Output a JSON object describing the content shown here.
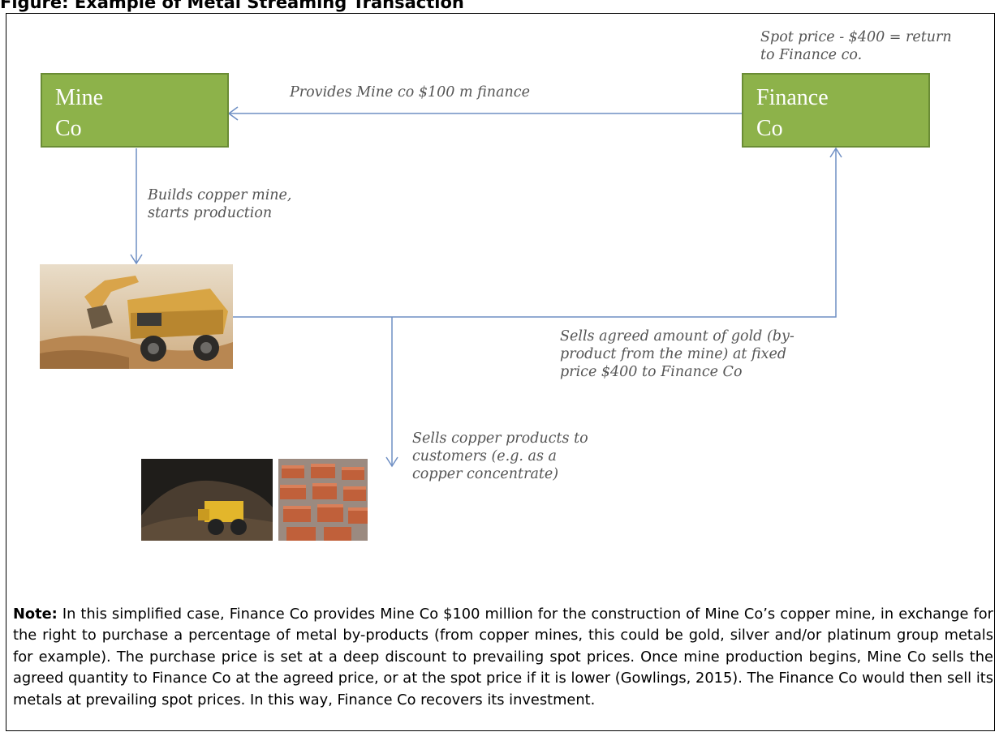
{
  "figure": {
    "title": "Figure: Example of Metal Streaming Transaction"
  },
  "boxes": {
    "mine_co": [
      "Mine",
      "Co"
    ],
    "finance_co": [
      "Finance",
      "Co"
    ]
  },
  "labels": {
    "spot_return": [
      "Spot price - $400 = return",
      "to Finance co."
    ],
    "provides_finance": "Provides Mine co $100 m finance",
    "builds_mine": [
      "Builds copper mine,",
      "starts production"
    ],
    "sells_gold": [
      "Sells agreed amount of gold (by-",
      "product from the mine) at fixed",
      "price  $400 to Finance Co"
    ],
    "sells_copper": [
      "Sells copper products to",
      "customers (e.g. as a",
      "copper concentrate)"
    ]
  },
  "note": {
    "lead": "Note:",
    "text": " In this simplified case, Finance Co provides Mine Co $100 million for the construction of Mine Co’s copper mine, in exchange for the right to purchase a percentage of metal by-products (from copper mines, this could be gold, silver and/or platinum group metals for example). The purchase price is set at a deep discount to prevailing spot prices. Once mine production begins, Mine Co sells the agreed quantity to Finance Co at the agreed price, or at the spot price if it is lower (Gowlings, 2015). The Finance Co would then sell its metals at prevailing spot prices. In this way, Finance Co recovers its investment."
  },
  "colors": {
    "box_fill": "#8db24a",
    "connector": "#6f8fc4",
    "label_text": "#555555"
  }
}
